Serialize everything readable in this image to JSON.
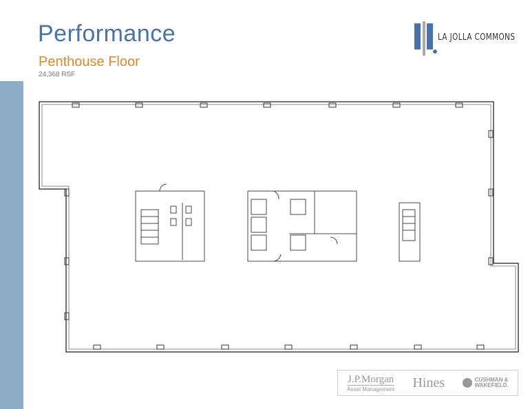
{
  "header": {
    "title": "Performance",
    "subtitle": "Penthouse Floor",
    "area": "24,368 RSF"
  },
  "logo": {
    "name": "LA JOLLA COMMONS"
  },
  "partners": {
    "jpmorgan": "J.P.Morgan",
    "jpmorgan_sub": "Asset Management",
    "hines": "Hines",
    "cushman_line1": "CUSHMAN &",
    "cushman_line2": "WAKEFIELD."
  },
  "colors": {
    "accent_blue": "#4a72a6",
    "accent_orange": "#d98a2b",
    "sidebar": "#8eadc6"
  }
}
